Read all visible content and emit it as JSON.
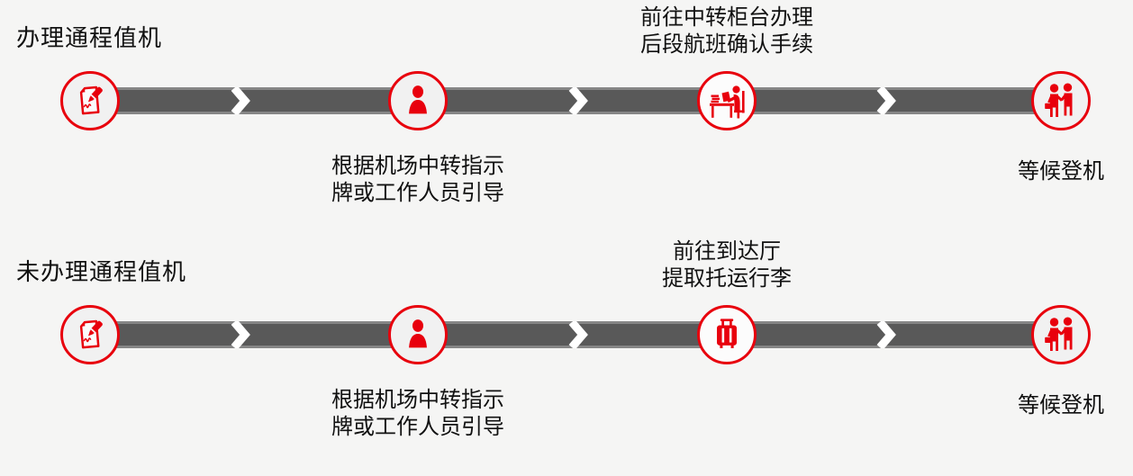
{
  "colors": {
    "accent": "#e8000d",
    "bar": "#595959",
    "bar_edge": "#868686",
    "background": "#f5f5f4",
    "circle_fill": "#f1f1f1",
    "chevron": "#ffffff",
    "text": "#111111"
  },
  "diagram": {
    "type": "process-flow",
    "rows": [
      {
        "title": "办理通程值机",
        "steps": [
          {
            "icon": "signature-document-icon",
            "label_lines": []
          },
          {
            "icon": "guide-person-icon",
            "label_position": "below",
            "label_lines": [
              "根据机场中转指示",
              "牌或工作人员引导"
            ]
          },
          {
            "icon": "transfer-counter-icon",
            "label_position": "above",
            "label_lines": [
              "前往中转柜台办理",
              "后段航班确认手续"
            ]
          },
          {
            "icon": "waiting-passengers-icon",
            "label_position": "below",
            "label_lines": [
              "等候登机"
            ]
          }
        ]
      },
      {
        "title": "未办理通程值机",
        "steps": [
          {
            "icon": "signature-document-icon",
            "label_lines": []
          },
          {
            "icon": "guide-person-icon",
            "label_position": "below",
            "label_lines": [
              "根据机场中转指示",
              "牌或工作人员引导"
            ]
          },
          {
            "icon": "baggage-claim-icon",
            "label_position": "above",
            "label_lines": [
              "前往到达厅",
              "提取托运行李"
            ]
          },
          {
            "icon": "waiting-passengers-icon",
            "label_position": "below",
            "label_lines": [
              "等候登机"
            ]
          }
        ]
      }
    ]
  }
}
